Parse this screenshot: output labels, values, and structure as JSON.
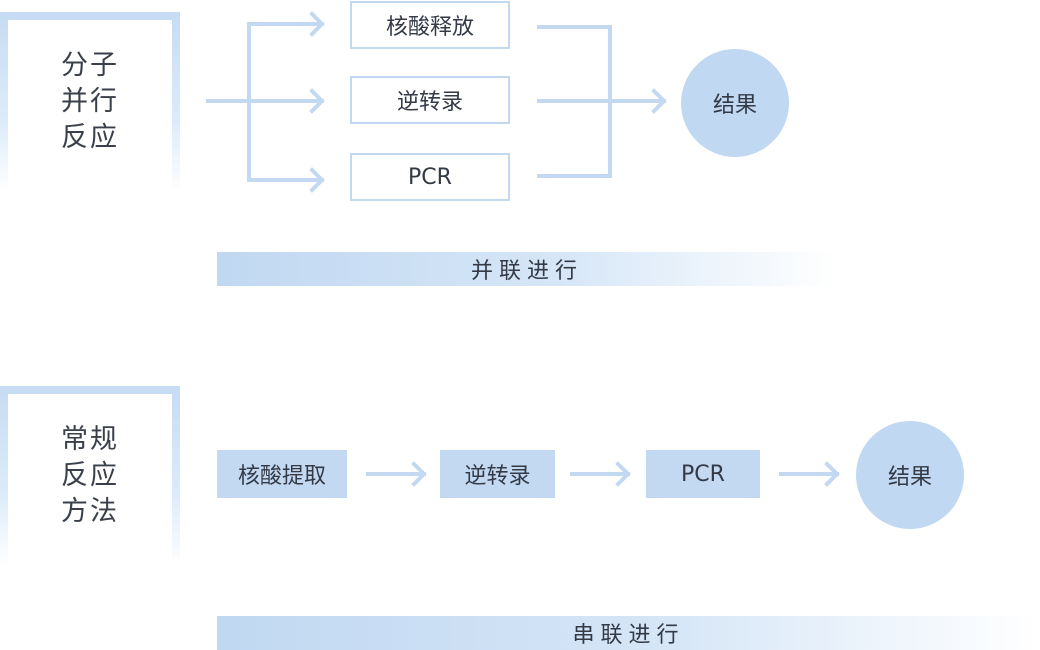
{
  "parallel": {
    "title_lines": [
      "分子",
      "并行",
      "反应"
    ],
    "steps": [
      "核酸释放",
      "逆转录",
      "PCR"
    ],
    "result": "结果",
    "band": "并联进行"
  },
  "serial": {
    "title_lines": [
      "常规",
      "反应",
      "方法"
    ],
    "steps": [
      "核酸提取",
      "逆转录",
      "PCR"
    ],
    "result": "结果",
    "band": "串联进行"
  },
  "colors": {
    "accent_light": "#c3d9f1",
    "text": "#333a46"
  }
}
